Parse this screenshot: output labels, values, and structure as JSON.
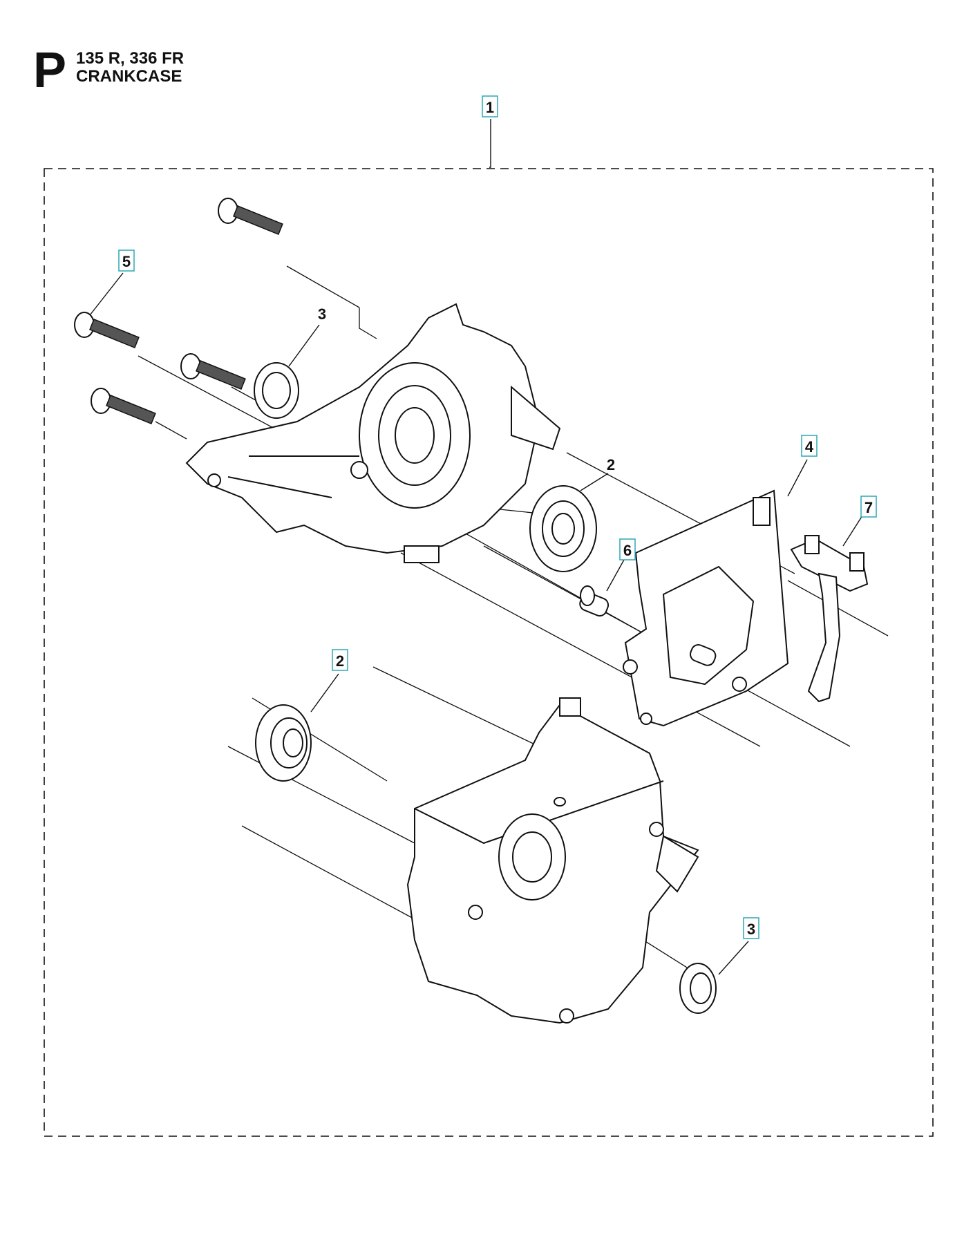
{
  "header": {
    "section_letter": "P",
    "model": "135 R, 336 FR",
    "title": "CRANKCASE"
  },
  "callouts": [
    {
      "label": "1",
      "boxed": true
    },
    {
      "label": "5",
      "boxed": true
    },
    {
      "label": "3",
      "boxed": false
    },
    {
      "label": "2",
      "boxed": false
    },
    {
      "label": "4",
      "boxed": true
    },
    {
      "label": "7",
      "boxed": true
    },
    {
      "label": "6",
      "boxed": true
    },
    {
      "label": "2",
      "boxed": true
    },
    {
      "label": "3",
      "boxed": true
    }
  ],
  "colors": {
    "callout_border": "#2aa8b3",
    "line": "#111111"
  }
}
